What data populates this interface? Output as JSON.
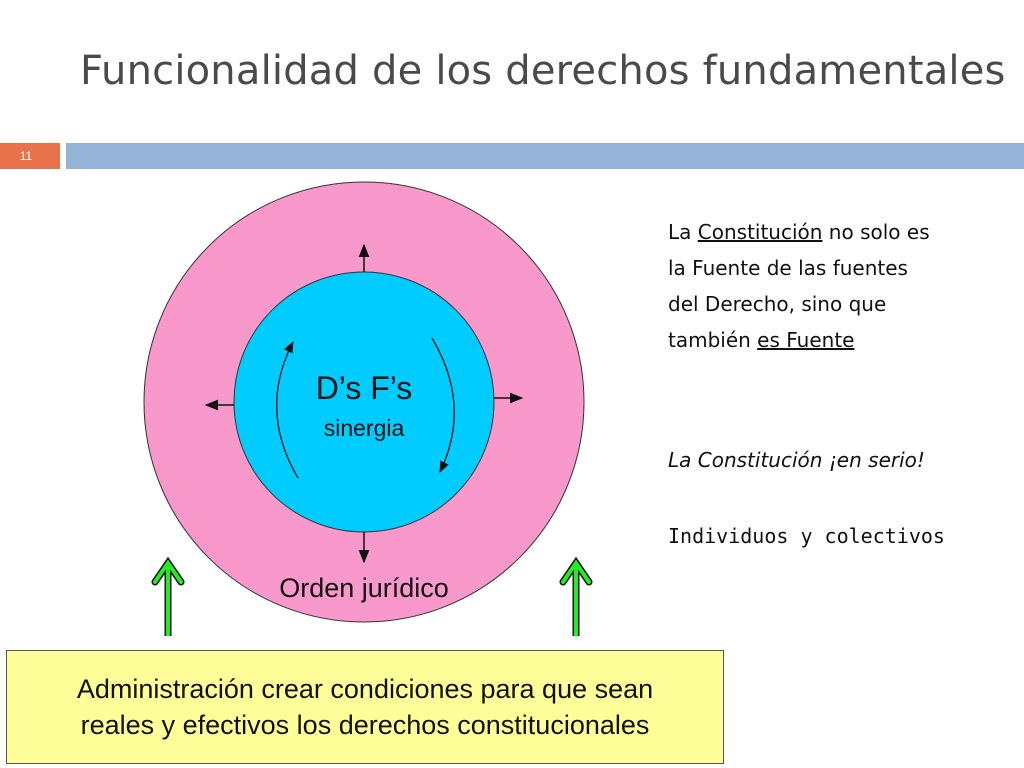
{
  "slide": {
    "title": "Funcionalidad de los derechos fundamentales",
    "number": "11"
  },
  "diagram": {
    "inner_title": "D’s F’s",
    "inner_subtitle": "sinergia",
    "outer_label": "Orden jurídico",
    "colors": {
      "outer_circle": "#f998cb",
      "inner_circle": "#00ccff",
      "up_arrows": "#22ee22",
      "accent_bar": "#95b3d7",
      "number_box": "#e8734a",
      "bottom_box": "#ffff99"
    }
  },
  "right_panel": {
    "line1_pre": "La ",
    "line1_u": "Constitución",
    "line1_post": " no solo es",
    "line2": "la Fuente de las fuentes",
    "line3": "del Derecho,  sino que",
    "line4_pre": "también ",
    "line4_u": "es Fuente",
    "serio": "La Constitución  ¡en serio!",
    "individuos": "Individuos y colectivos"
  },
  "bottom_box": {
    "line1": "Administración crear condiciones para que sean",
    "line2": "reales y efectivos los derechos constitucionales"
  }
}
